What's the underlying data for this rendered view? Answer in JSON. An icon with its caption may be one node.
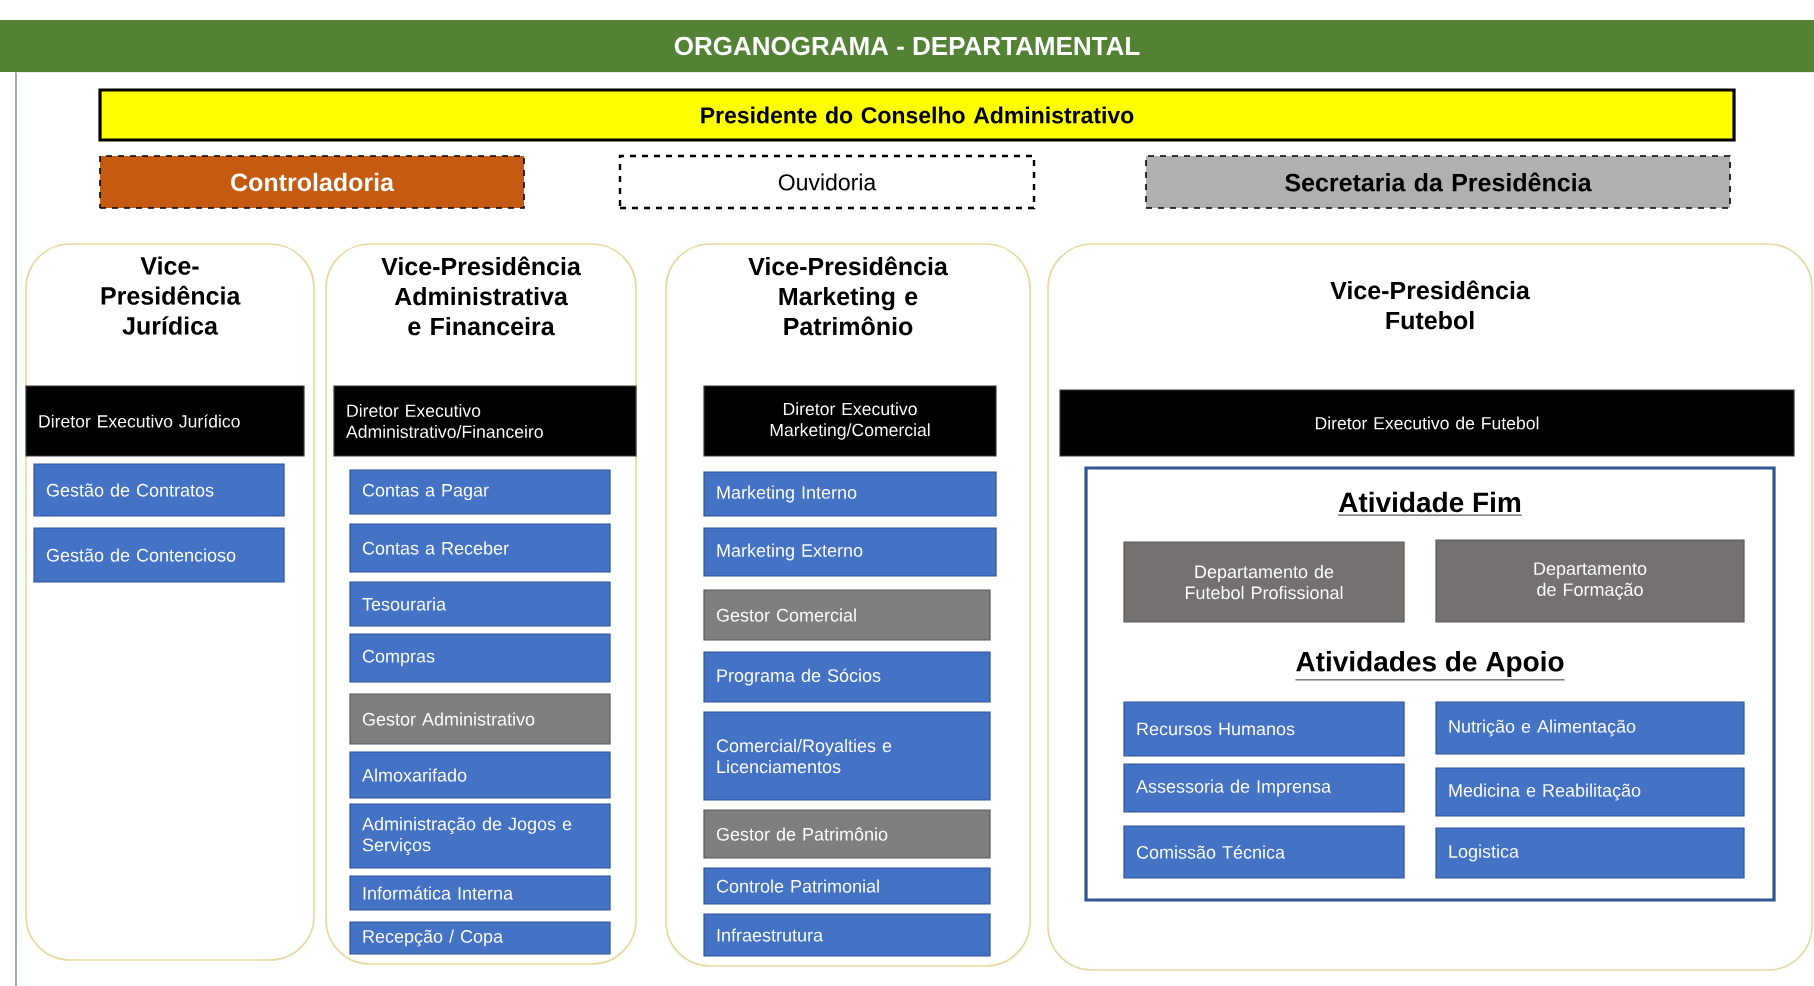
{
  "diagram": {
    "title": "ORGANOGRAMA - DEPARTAMENTAL",
    "nodes": [
      {
        "text": [
          "Presidente do Conselho Administrativo"
        ]
      },
      {
        "text": [
          "Controladoria"
        ]
      },
      {
        "text": [
          "Ouvidoria"
        ]
      },
      {
        "text": [
          "Secretaria da Presidência"
        ]
      },
      {
        "text": [
          "Vice-Presidência Jurídica"
        ]
      },
      {
        "text": [
          "Diretor Executivo Jurídico"
        ],
        "in": 4
      },
      {
        "text": [
          "Gestão de Contratos"
        ],
        "in": 4
      },
      {
        "text": [
          "Gestão de Contencioso"
        ],
        "in": 4
      },
      {
        "text": [
          "Vice-Presidência Administrativa e Financeira"
        ]
      },
      {
        "text": [
          "Diretor Executivo Administrativo/Financeiro"
        ],
        "in": 8
      },
      {
        "text": [
          "Contas a Pagar"
        ],
        "in": 8
      },
      {
        "text": [
          "Contas a Receber"
        ],
        "in": 8
      },
      {
        "text": [
          "Tesouraria"
        ],
        "in": 8
      },
      {
        "text": [
          "Compras"
        ],
        "in": 8
      },
      {
        "text": [
          "Gestor Administrativo"
        ],
        "in": 8
      },
      {
        "text": [
          "Almoxarifado"
        ],
        "in": 8
      },
      {
        "text": [
          "Administração de Jogos e Serviços"
        ],
        "in": 8
      },
      {
        "text": [
          "Informática Interna"
        ],
        "in": 8
      },
      {
        "text": [
          "Recepção / Copa"
        ],
        "in": 8
      },
      {
        "text": [
          "Vice-Presidência Marketing e Patrimônio"
        ]
      },
      {
        "text": [
          "Diretor Executivo Marketing/Comercial"
        ],
        "in": 19
      },
      {
        "text": [
          "Marketing Interno"
        ],
        "in": 19
      },
      {
        "text": [
          "Marketing Externo"
        ],
        "in": 19
      },
      {
        "text": [
          "Gestor Comercial"
        ],
        "in": 19
      },
      {
        "text": [
          "Programa de Sócios"
        ],
        "in": 19
      },
      {
        "text": [
          "Comercial/Royalties e Licenciamentos"
        ],
        "in": 19
      },
      {
        "text": [
          "Gestor de  Patrimônio"
        ],
        "in": 19
      },
      {
        "text": [
          "Controle Patrimonial"
        ],
        "in": 19
      },
      {
        "text": [
          "Infraestrutura"
        ],
        "in": 19
      },
      {
        "text": [
          "Vice-Presidência Futebol"
        ]
      },
      {
        "text": [
          "Diretor Executivo de Futebol"
        ],
        "in": 29
      },
      {
        "text": [
          "Atividade Fim",
          "Atividades de Apoio"
        ],
        "in": 29
      },
      {
        "text": [
          "Departamento de Futebol Profissional"
        ],
        "in": 31
      },
      {
        "text": [
          "Departamento de Formação"
        ],
        "in": 31
      },
      {
        "text": [
          "Recursos Humanos"
        ],
        "in": 31
      },
      {
        "text": [
          "Nutrição e Alimentação"
        ],
        "in": 31
      },
      {
        "text": [
          "Assessoria de Imprensa"
        ],
        "in": 31
      },
      {
        "text": [
          "Medicina e Reabilitação"
        ],
        "in": 31
      },
      {
        "text": [
          "Comissão Técnica"
        ],
        "in": 31
      },
      {
        "text": [
          "Logistica"
        ],
        "in": 31
      }
    ]
  }
}
